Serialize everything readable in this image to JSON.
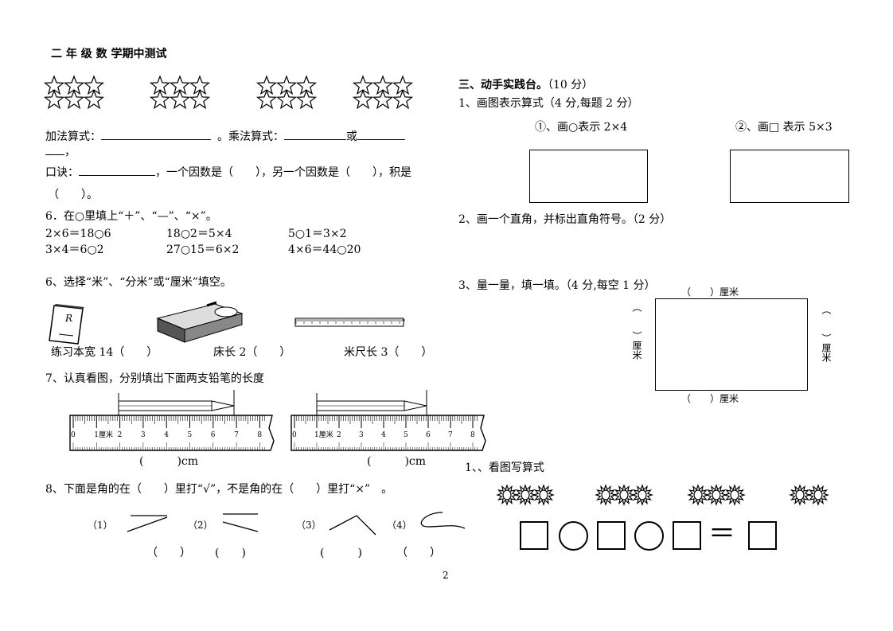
{
  "title": "二 年 级 数 学期中测试",
  "left": {
    "addition_label": "加法算式：",
    "multiply_label": "。乘法算式：",
    "or_label": "或",
    "comma": "，",
    "koujue_label": "口诀：",
    "koujue_rest": "，一个因数是（　　），另一个因数是（　　），积是",
    "product_paren": "（　　）。",
    "q6a_title": "6．在○里填上“＋”、“—”、“×”。",
    "q6a_row1": [
      "2×6＝18○6",
      "18○2＝5×4",
      "5○1＝3×2"
    ],
    "q6a_row2": [
      "3×4＝6○2",
      "27○15＝6×2",
      "4×6＝44○20"
    ],
    "q6b_title": "6、选择“米”、“分米”或“厘米”填空。",
    "q6b_items": [
      "练习本宽 14（　　）",
      "床长 2（　　）",
      "米尺长 3（　　）"
    ],
    "q7_title": "7、认真看图，分别填出下面两支铅笔的长度",
    "ruler_labels": [
      "0",
      "1厘米",
      "2",
      "3",
      "4",
      "5",
      "6",
      "7",
      "8"
    ],
    "q7_answers": [
      "(　　　)cm",
      "(　　　)cm"
    ],
    "q8_title": "8、下面是角的在（　　）里打“√”，不是角的在（　　）里打“×”　。",
    "q8_labels": [
      "（1）",
      "（2）",
      "（3）",
      "（4）"
    ],
    "q8_answers": [
      "（　　）",
      "(　　)",
      "(　　　)",
      "（　　）"
    ]
  },
  "right": {
    "section_title": "三、动手实践台。",
    "section_score": "（10 分）",
    "q1_title": "1、画图表示算式（4 分,每题 2 分）",
    "q1_a": "①、画○表示 2×4",
    "q1_b": "②、画□ 表示 5×3",
    "q2_title": "2、画一个直角，并标出直角符号。（2 分）",
    "q3_title": "3、量一量，填一填。（4 分,每空 1 分）",
    "q3_top": "（　　）厘米",
    "q3_bottom": "（　　）厘米",
    "q3_left": "（　　）厘米",
    "q3_right": "（　　）厘米",
    "q4_title": "1、、看图写算式",
    "equals": "＝"
  },
  "page_number": "2"
}
